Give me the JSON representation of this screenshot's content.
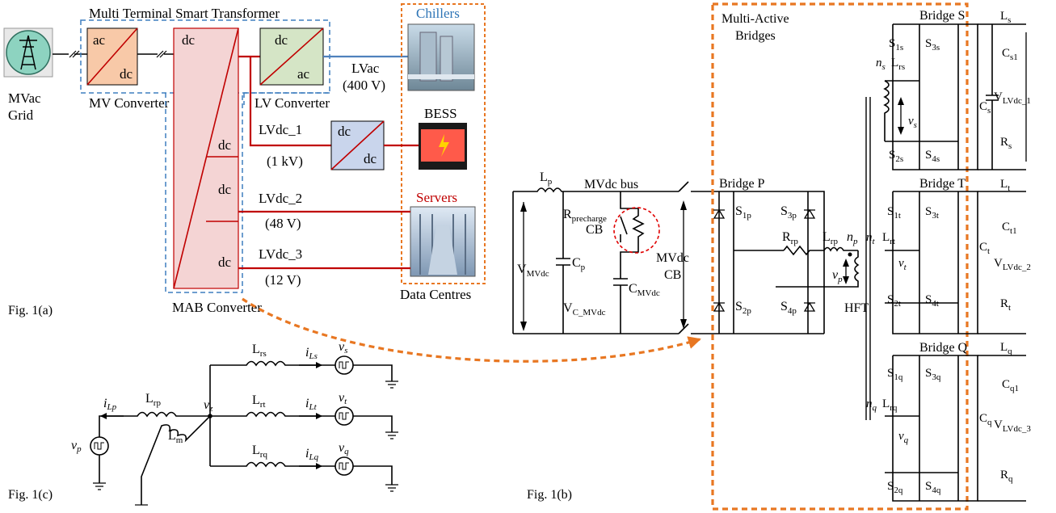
{
  "fig_a": {
    "title": "Multi Terminal Smart Transformer",
    "grid_label_1": "MVac",
    "grid_label_2": "Grid",
    "mv_converter": "MV Converter",
    "lv_converter": "LV Converter",
    "mab_converter": "MAB Converter",
    "ac": "ac",
    "dc": "dc",
    "chillers": "Chillers",
    "lvac": "LVac",
    "lvac_v": "(400 V)",
    "bess": "BESS",
    "servers": "Servers",
    "data_centres": "Data Centres",
    "lvdc1": "LVdc_1",
    "lvdc1_v": "(1 kV)",
    "lvdc2": "LVdc_2",
    "lvdc2_v": "(48 V)",
    "lvdc3": "LVdc_3",
    "lvdc3_v": "(12 V)",
    "caption": "Fig. 1(a)",
    "colors": {
      "ac_box": "#f8c9a8",
      "dc_box": "#f4d4d4",
      "lv_box": "#d5e5c6",
      "bess_conv": "#c9d5ec",
      "red_line": "#c00000",
      "blue_line": "#4f81bd",
      "orange": "#e87722"
    }
  },
  "fig_b": {
    "caption": "Fig. 1(b)",
    "multi_active_1": "Multi-Active",
    "multi_active_2": "Bridges",
    "mvdc_bus": "MVdc bus",
    "mvdc_cb_1": "MVdc",
    "mvdc_cb_2": "CB",
    "hft": "HFT",
    "bridge_p": "Bridge P",
    "bridge_s": "Bridge S",
    "bridge_t": "Bridge T",
    "bridge_q": "Bridge Q"
  },
  "fig_c": {
    "caption": "Fig. 1(c)"
  }
}
